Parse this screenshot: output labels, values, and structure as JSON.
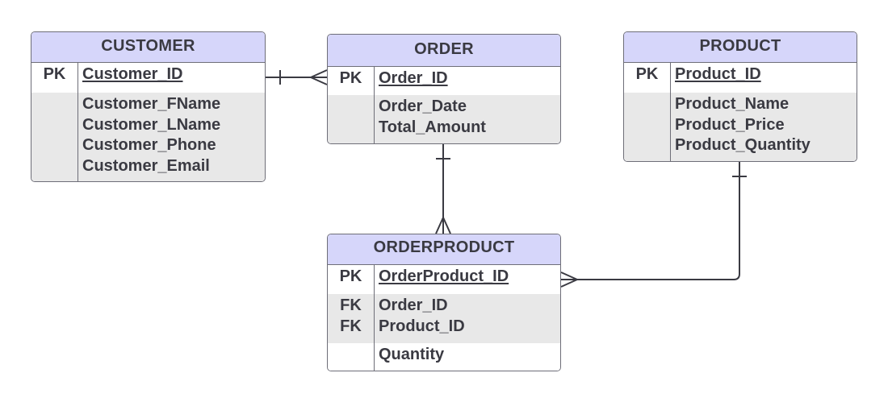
{
  "entities": {
    "customer": {
      "title": "CUSTOMER",
      "pk_label": "PK",
      "pk_field": "Customer_ID",
      "attributes": [
        "Customer_FName",
        "Customer_LName",
        "Customer_Phone",
        "Customer_Email"
      ]
    },
    "order": {
      "title": "ORDER",
      "pk_label": "PK",
      "pk_field": "Order_ID",
      "attributes": [
        "Order_Date",
        "Total_Amount"
      ]
    },
    "product": {
      "title": "PRODUCT",
      "pk_label": "PK",
      "pk_field": "Product_ID",
      "attributes": [
        "Product_Name",
        "Product_Price",
        "Product_Quantity"
      ]
    },
    "orderproduct": {
      "title": "ORDERPRODUCT",
      "pk_label": "PK",
      "pk_field": "OrderProduct_ID",
      "fk_labels": [
        "FK",
        "FK"
      ],
      "fk_fields": [
        "Order_ID",
        "Product_ID"
      ],
      "attributes": [
        "Quantity"
      ]
    }
  },
  "relationships": [
    {
      "from": "customer",
      "to": "order",
      "from_cardinality": "one",
      "to_cardinality": "many"
    },
    {
      "from": "order",
      "to": "orderproduct",
      "from_cardinality": "one",
      "to_cardinality": "many"
    },
    {
      "from": "product",
      "to": "orderproduct",
      "from_cardinality": "one",
      "to_cardinality": "many"
    }
  ],
  "colors": {
    "header_fill": "#d6d6fa",
    "attribute_fill": "#e8e8e8",
    "border": "#6e6e78",
    "text": "#3a3a42",
    "connector": "#3a3a42"
  }
}
